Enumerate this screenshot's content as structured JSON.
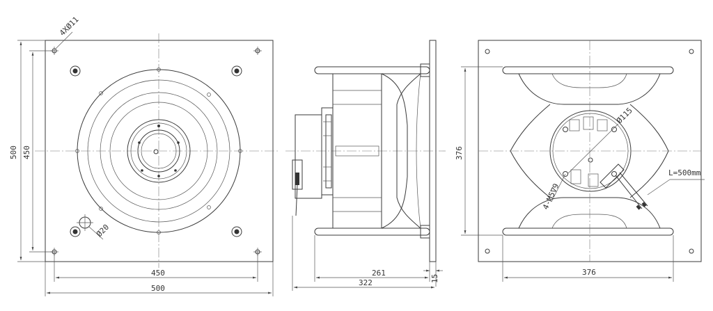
{
  "front_view": {
    "hole_note": "4XØ11",
    "hole_diameter_note": "Ø20",
    "dim_outer_height": "500",
    "dim_inner_height": "450",
    "dim_inner_width": "450",
    "dim_outer_width": "500"
  },
  "side_view": {
    "dim_261": "261",
    "dim_15": "15",
    "dim_322": "322"
  },
  "rear_view": {
    "dim_height": "376",
    "dim_width": "376",
    "box_diameter_note": "Ø115",
    "thread_note": "4-M5∇9",
    "cable_note": "L=500mm"
  }
}
